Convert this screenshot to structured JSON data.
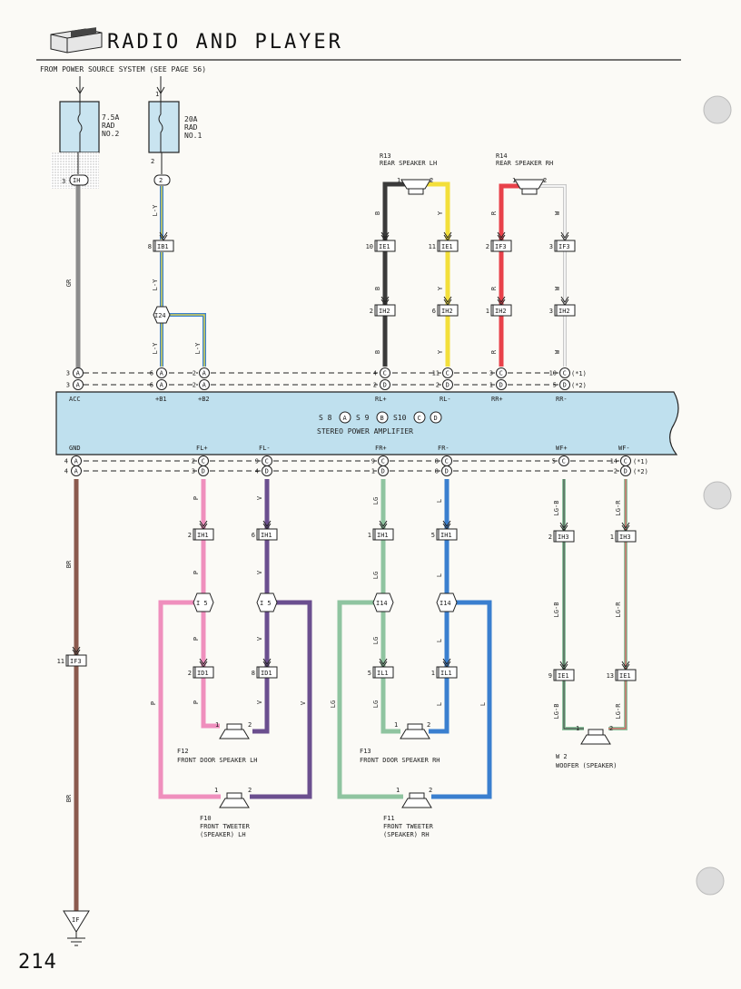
{
  "header": {
    "title": "RADIO AND PLAYER",
    "power_source": "FROM POWER SOURCE SYSTEM (SEE PAGE 56)",
    "page_number": "214"
  },
  "fuses": [
    {
      "rating": "7.5A",
      "line2": "RAD",
      "line3": "NO.2",
      "pin_top": "",
      "pin_bottom": "3",
      "conn": "IH"
    },
    {
      "rating": "20A",
      "line2": "RAD",
      "line3": "NO.1",
      "pin_top": "1",
      "pin_bottom": "2",
      "conn": "2"
    }
  ],
  "wires": {
    "gr": "GR",
    "br": "BR",
    "ly": "L-Y",
    "b": "B",
    "y": "Y",
    "r": "R",
    "w": "W",
    "p": "P",
    "v": "V",
    "lg": "LG",
    "l": "L",
    "lgb": "LG-B",
    "lgr": "LG-R"
  },
  "connectors": {
    "ib1": "IB1",
    "i24": "I24",
    "ie1": "IE1",
    "if3": "IF3",
    "ih2": "IH2",
    "ih1": "IH1",
    "ih3": "IH3",
    "i5": "I 5",
    "i14": "I14",
    "id1": "ID1",
    "il1": "IL1",
    "if_gnd": "IF"
  },
  "amplifier": {
    "name": "STEREO POWER AMPLIFIER",
    "codes": [
      "S 8",
      "S 9",
      "S10"
    ],
    "code_letters": [
      "A",
      "B",
      "C",
      "D"
    ],
    "top_terms": [
      "ACC",
      "+B1",
      "+B2",
      "RL+",
      "RL-",
      "RR+",
      "RR-"
    ],
    "bottom_terms": [
      "GND",
      "FL+",
      "FL-",
      "FR+",
      "FR-",
      "WF+",
      "WF-"
    ],
    "variant1": "(*1)",
    "variant2": "(*2)"
  },
  "pin_numbers": {
    "acc": [
      "3",
      "3"
    ],
    "b1": [
      "6",
      "6"
    ],
    "b2": [
      "2",
      "2"
    ],
    "rl_plus": [
      "4",
      "2"
    ],
    "rl_minus": [
      "11",
      "2"
    ],
    "rr_plus": [
      "3",
      "1"
    ],
    "rr_minus": [
      "10",
      "5"
    ],
    "gnd": [
      "4",
      "4"
    ],
    "fl_plus": [
      "2",
      "3"
    ],
    "fl_minus": [
      "9",
      "4"
    ],
    "fr_plus": [
      "9",
      "1"
    ],
    "fr_minus": [
      "8",
      "8"
    ],
    "wf_plus": [
      "5"
    ],
    "wf_minus": [
      "14",
      "2"
    ],
    "ib1": "8",
    "b_ie1": "10",
    "y_ie1": "11",
    "r_if3": "2",
    "w_if3": "3",
    "b_ih2": "2",
    "y_ih2": "6",
    "r_ih2": "1",
    "w_ih2": "3",
    "p_ih1": "2",
    "v_ih1": "6",
    "lg_ih1": "1",
    "l_ih1": "5",
    "lgb_ih3": "2",
    "lgr_ih3": "1",
    "lgb_ie1": "9",
    "lgr_ie1": "13",
    "p_id1": "2",
    "v_id1": "8",
    "lg_il1": "5",
    "l_il1": "1",
    "br_if3": "11"
  },
  "components": {
    "r13": {
      "code": "R13",
      "name": "REAR SPEAKER LH"
    },
    "r14": {
      "code": "R14",
      "name": "REAR SPEAKER RH"
    },
    "f12": {
      "code": "F12",
      "name": "FRONT DOOR SPEAKER LH"
    },
    "f13": {
      "code": "F13",
      "name": "FRONT DOOR SPEAKER RH"
    },
    "f10": {
      "code": "F10",
      "name": "FRONT TWEETER",
      "name2": "(SPEAKER) LH"
    },
    "f11": {
      "code": "F11",
      "name": "FRONT TWEETER",
      "name2": "(SPEAKER) RH"
    },
    "w2": {
      "code": "W 2",
      "name": "WOOFER (SPEAKER)"
    },
    "spk_pins": [
      "1",
      "2"
    ]
  },
  "colors": {
    "gray": "#8c8c8c",
    "brown": "#8b5a4e",
    "blue": "#3a7fcf",
    "yellow": "#f3df3a",
    "red": "#e8414a",
    "black": "#3a3a3a",
    "pink": "#ef8fbd",
    "violet": "#6b4f8f",
    "green": "#8fc4a0",
    "amp": "#bfe0ee"
  }
}
